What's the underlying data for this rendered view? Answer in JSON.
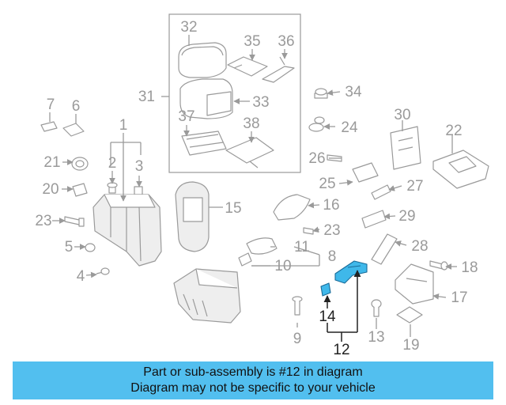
{
  "diagram": {
    "highlight_color": "#52bfef",
    "highlighted_part": "12",
    "labels": {
      "p1": "1",
      "p2": "2",
      "p3": "3",
      "p4": "4",
      "p5": "5",
      "p6": "6",
      "p7": "7",
      "p8": "8",
      "p9": "9",
      "p10": "10",
      "p11": "11",
      "p12": "12",
      "p13": "13",
      "p14": "14",
      "p15": "15",
      "p16": "16",
      "p17": "17",
      "p18": "18",
      "p19": "19",
      "p20": "20",
      "p21": "21",
      "p22": "22",
      "p23a": "23",
      "p23b": "23",
      "p24": "24",
      "p25": "25",
      "p26": "26",
      "p27": "27",
      "p28": "28",
      "p29": "29",
      "p30": "30",
      "p31": "31",
      "p32": "32",
      "p33": "33",
      "p34": "34",
      "p35": "35",
      "p36": "36",
      "p37": "37",
      "p38": "38"
    }
  },
  "banner": {
    "line1": "Part or sub-assembly is #12 in diagram",
    "line2": "Diagram may not be specific to your vehicle"
  }
}
